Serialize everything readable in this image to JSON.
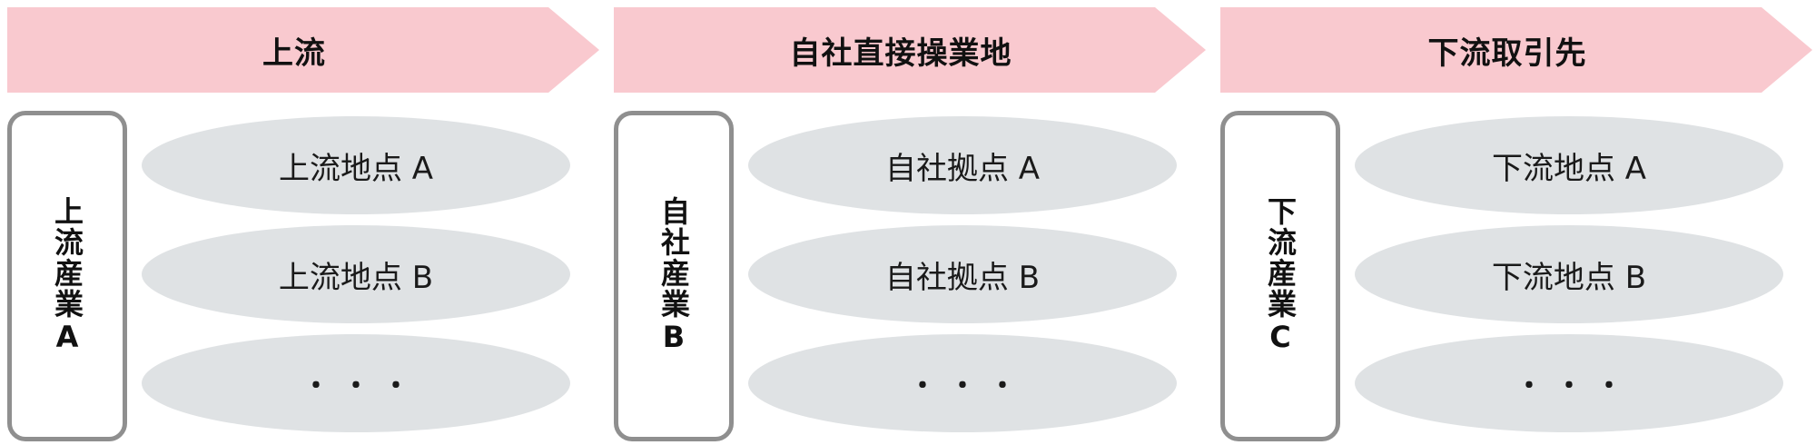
{
  "columns": [
    {
      "header": "上流",
      "industry": "上流産業A",
      "locations": [
        "上流地点 A",
        "上流地点 B",
        "・・・"
      ]
    },
    {
      "header": "自社直接操業地",
      "industry": "自社産業B",
      "locations": [
        "自社拠点 A",
        "自社拠点 B",
        "・・・"
      ]
    },
    {
      "header": "下流取引先",
      "industry": "下流産業C",
      "locations": [
        "下流地点 A",
        "下流地点 B",
        "・・・"
      ]
    }
  ],
  "colors": {
    "header_fill": "#f9c9cf",
    "location_fill": "#dfe2e4",
    "box_border": "#8f8f8f",
    "text": "#111111"
  }
}
